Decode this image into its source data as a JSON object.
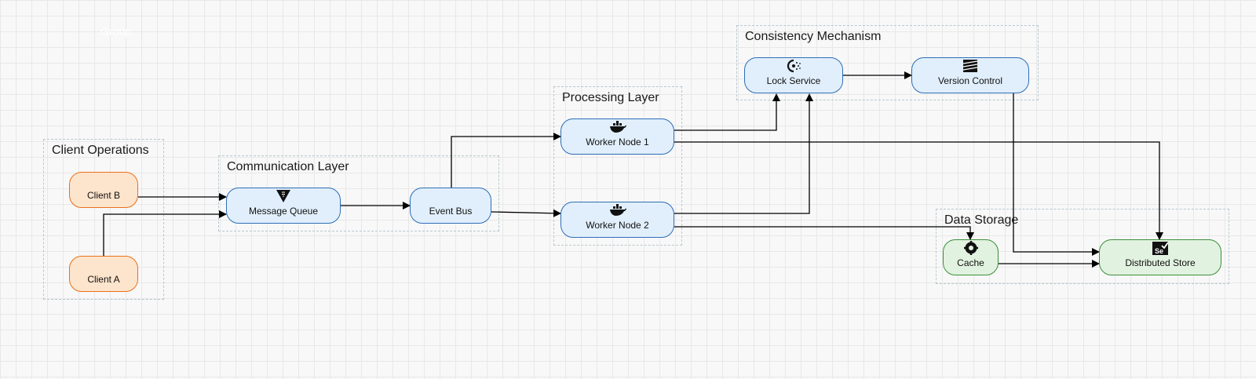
{
  "ghost_group_label": "Group",
  "groups": {
    "client_operations": "Client Operations",
    "communication_layer": "Communication Layer",
    "processing_layer": "Processing Layer",
    "consistency_mechanism": "Consistency Mechanism",
    "data_storage": "Data Storage"
  },
  "nodes": {
    "client_b": "Client B",
    "client_a": "Client A",
    "message_queue": "Message Queue",
    "event_bus": "Event Bus",
    "worker_node_1": "Worker Node 1",
    "worker_node_2": "Worker Node 2",
    "lock_service": "Lock Service",
    "version_control": "Version Control",
    "cache": "Cache",
    "distributed_store": "Distributed Store"
  },
  "icons": {
    "message_queue": "vault-triangle-icon",
    "worker_node_1": "docker-whale-icon",
    "worker_node_2": "docker-whale-icon",
    "lock_service": "consul-icon",
    "version_control": "stripes-icon",
    "cache": "cache-gear-icon",
    "distributed_store": "selenium-check-icon"
  },
  "colors": {
    "blue_fill": "#e1effc",
    "blue_stroke": "#2d6db5",
    "orange_fill": "#fde4cc",
    "orange_stroke": "#e8711c",
    "green_fill": "#e2f2e0",
    "green_stroke": "#3b8f3a",
    "group_border": "#b8c8d0",
    "edge": "#000000"
  },
  "edges": [
    {
      "from": "Client B",
      "to": "Message Queue"
    },
    {
      "from": "Client A",
      "to": "Message Queue"
    },
    {
      "from": "Message Queue",
      "to": "Event Bus"
    },
    {
      "from": "Event Bus",
      "to": "Worker Node 1"
    },
    {
      "from": "Event Bus",
      "to": "Worker Node 2"
    },
    {
      "from": "Worker Node 1",
      "to": "Lock Service"
    },
    {
      "from": "Worker Node 1",
      "to": "Distributed Store"
    },
    {
      "from": "Worker Node 2",
      "to": "Lock Service"
    },
    {
      "from": "Worker Node 2",
      "to": "Cache"
    },
    {
      "from": "Lock Service",
      "to": "Version Control"
    },
    {
      "from": "Version Control",
      "to": "Distributed Store"
    },
    {
      "from": "Cache",
      "to": "Distributed Store"
    }
  ]
}
